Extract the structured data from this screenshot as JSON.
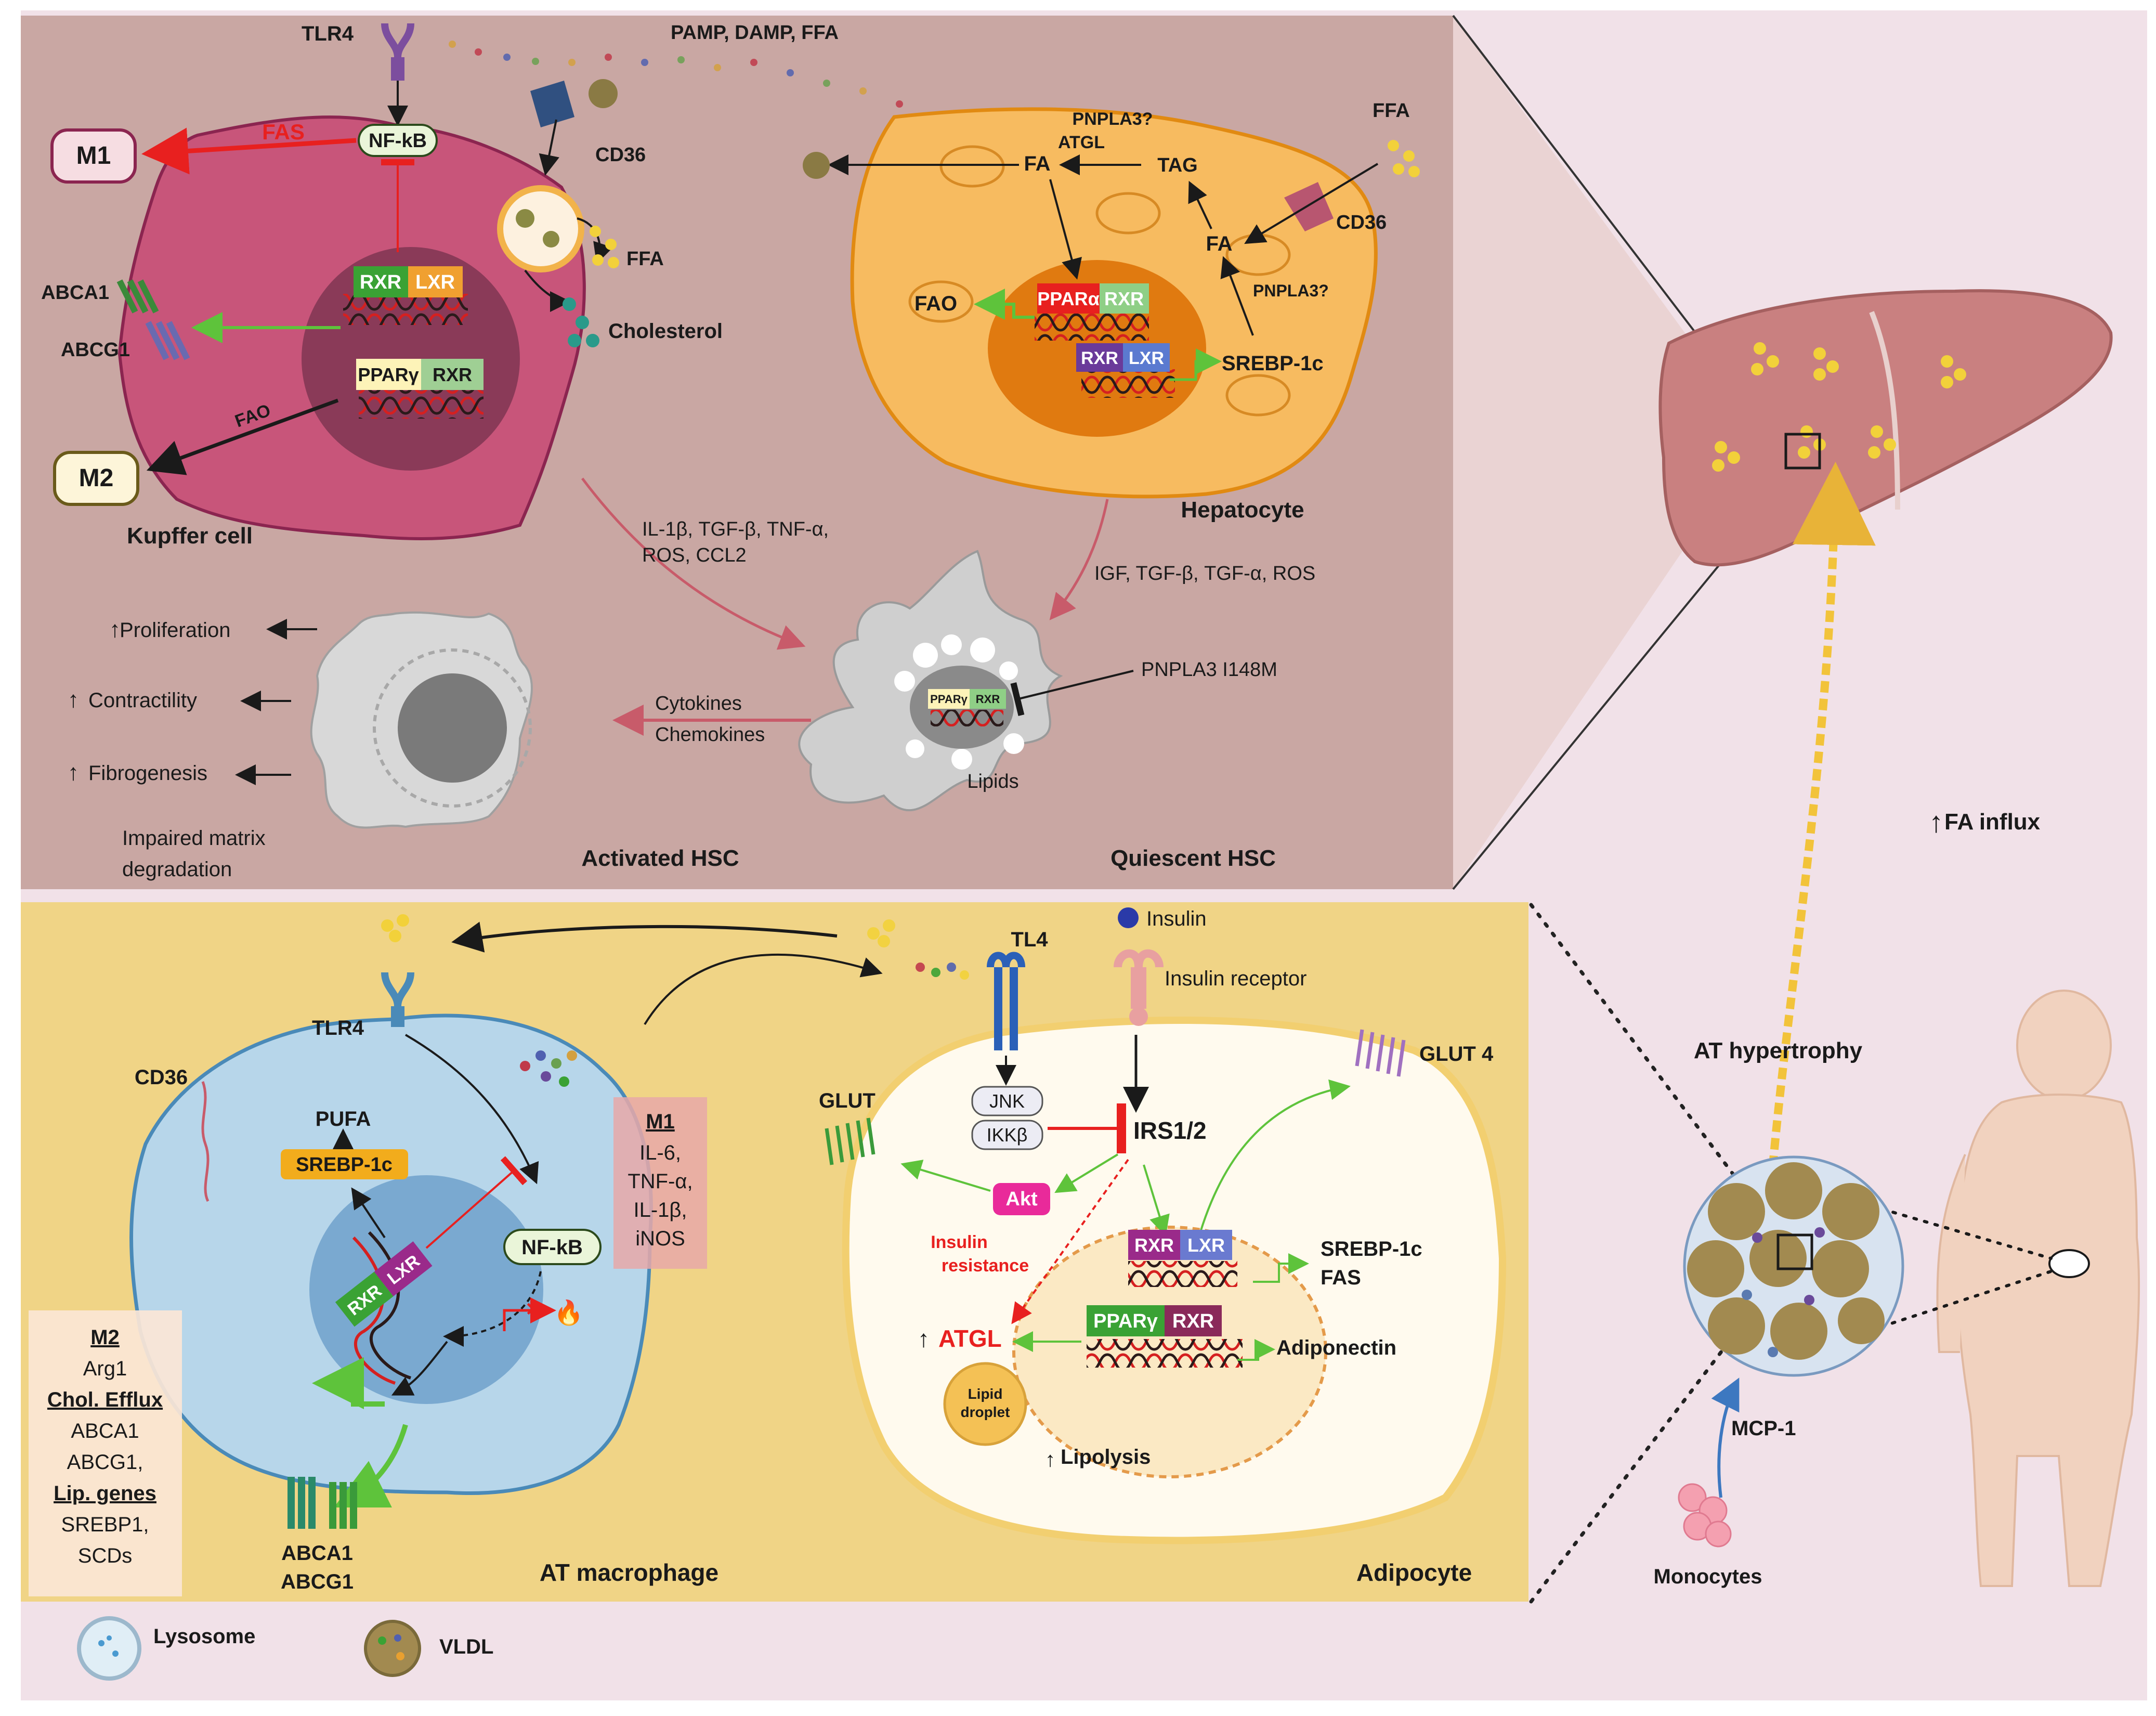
{
  "liver_panel": {
    "kupffer": {
      "tlr4": "TLR4",
      "pamp": "PAMP, DAMP, FFA",
      "cd36": "CD36",
      "m1": "M1",
      "fas": "FAS",
      "nfkb": "NF-kB",
      "abca1": "ABCA1",
      "abcg1": "ABCG1",
      "rxr": "RXR",
      "lxr": "LXR",
      "ppar_g": "PPARγ",
      "rxr2": "RXR",
      "fao": "FAO",
      "m2": "M2",
      "ffa": "FFA",
      "cholesterol": "Cholesterol",
      "label": "Kupffer cell"
    },
    "hepatocyte": {
      "pnpla3_atgl": "PNPLA3?",
      "atgl": "ATGL",
      "fa1": "FA",
      "tag": "TAG",
      "ffa": "FFA",
      "cd36": "CD36",
      "fa2": "FA",
      "fao": "FAO",
      "ppar_a": "PPARα",
      "rxr": "RXR",
      "pnpla3b": "PNPLA3?",
      "rxr2": "RXR",
      "lxr": "LXR",
      "srebp": "SREBP-1c",
      "label": "Hepatocyte"
    },
    "signals_kc": [
      "IL-1β, TGF-β, TNF-α,",
      "ROS, CCL2"
    ],
    "signals_hep": "IGF, TGF-β, TGF-α, ROS",
    "quiescent": {
      "ppar_g": "PPARγ",
      "rxr": "RXR",
      "lipids": "Lipids",
      "pnpla3": "PNPLA3 I148M",
      "label": "Quiescent HSC"
    },
    "cytokines": [
      "Cytokines",
      "Chemokines"
    ],
    "activated": {
      "proliferation": "Proliferation",
      "contractility": "Contractility",
      "fibrogenesis": "Fibrogenesis",
      "impaired": [
        "Impaired matrix",
        "degradation"
      ],
      "label": "Activated HSC"
    }
  },
  "right_panel": {
    "fa_influx": "FA influx",
    "at_hypertrophy": "AT hypertrophy",
    "mcp1": "MCP-1",
    "monocytes": "Monocytes"
  },
  "at_panel": {
    "macrophage": {
      "tlr4": "TLR4",
      "cd36": "CD36",
      "pufa": "PUFA",
      "srebp": "SREBP-1c",
      "rxr": "RXR",
      "lxr": "LXR",
      "nfkb": "NF-kB",
      "abca1": "ABCA1",
      "abcg1": "ABCG1",
      "label": "AT macrophage",
      "m1_box": [
        "M1",
        "IL-6,",
        "TNF-α,",
        "IL-1β,",
        "iNOS"
      ],
      "m2_box": [
        "M2",
        "Arg1",
        "Chol. Efflux",
        "ABCA1",
        "ABCG1,",
        "Lip. genes",
        "SREBP1,",
        "SCDs"
      ]
    },
    "adipocyte": {
      "tl4": "TL4",
      "insulin": "Insulin",
      "insulin_receptor": "Insulin receptor",
      "jnk": "JNK",
      "ikkb": "IKKβ",
      "irs": "IRS1/2",
      "akt": "Akt",
      "glut": "GLUT",
      "glut4": "GLUT 4",
      "insulin_resistance": [
        "Insulin",
        "resistance"
      ],
      "atgl": "ATGL",
      "rxr": "RXR",
      "lxr": "LXR",
      "srebp": "SREBP-1c",
      "fas": "FAS",
      "ppar_g": "PPARγ",
      "rxr2": "RXR",
      "adiponectin": "Adiponectin",
      "lipid_droplet": [
        "Lipid",
        "droplet"
      ],
      "lipolysis": "Lipolysis",
      "label": "Adipocyte"
    }
  },
  "legend": {
    "lysosome": "Lysosome",
    "vldl": "VLDL"
  },
  "colors": {
    "liver_bg": "#c9a7a3",
    "at_bg": "#f0d486",
    "outer_bg": "#f1e1e8",
    "kupffer": "#c8557a",
    "hepatocyte": "#f7bb60",
    "macrophage": "#b7d6ea",
    "red": "#e8201f",
    "green": "#5ec33b"
  }
}
